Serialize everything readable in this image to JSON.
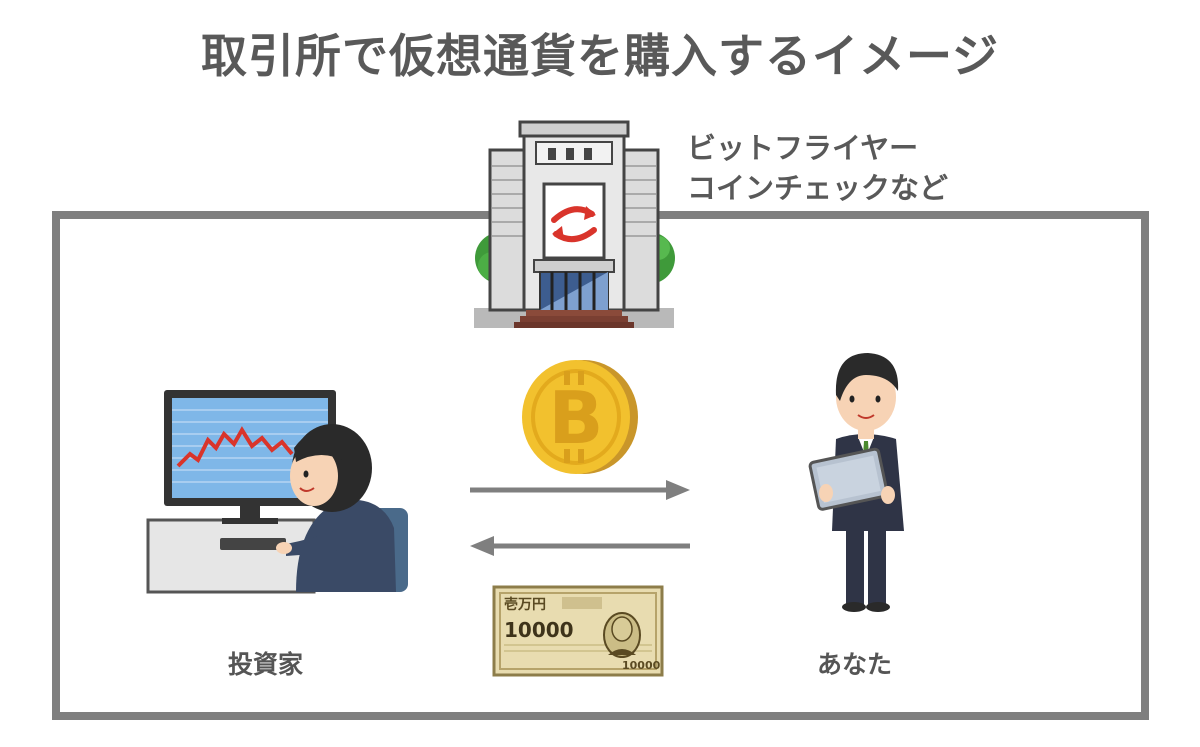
{
  "title": "取引所で仮想通貨を購入するイメージ",
  "exchange": {
    "label_line1": "ビットフライヤー",
    "label_line2": "コインチェックなど"
  },
  "investor": {
    "label": "投資家"
  },
  "you": {
    "label": "あなた"
  },
  "banknote": {
    "denomination": "10000",
    "header": "壱万円"
  },
  "colors": {
    "title": "#595959",
    "frame": "#7f7f7f",
    "arrow": "#7f7f7f",
    "coin": "#f2c12e",
    "tree": "#3f9a3a"
  },
  "icons": [
    "exchange-building-icon",
    "bitcoin-coin-icon",
    "investor-at-computer-icon",
    "businessman-with-tablet-icon",
    "banknote-icon"
  ]
}
